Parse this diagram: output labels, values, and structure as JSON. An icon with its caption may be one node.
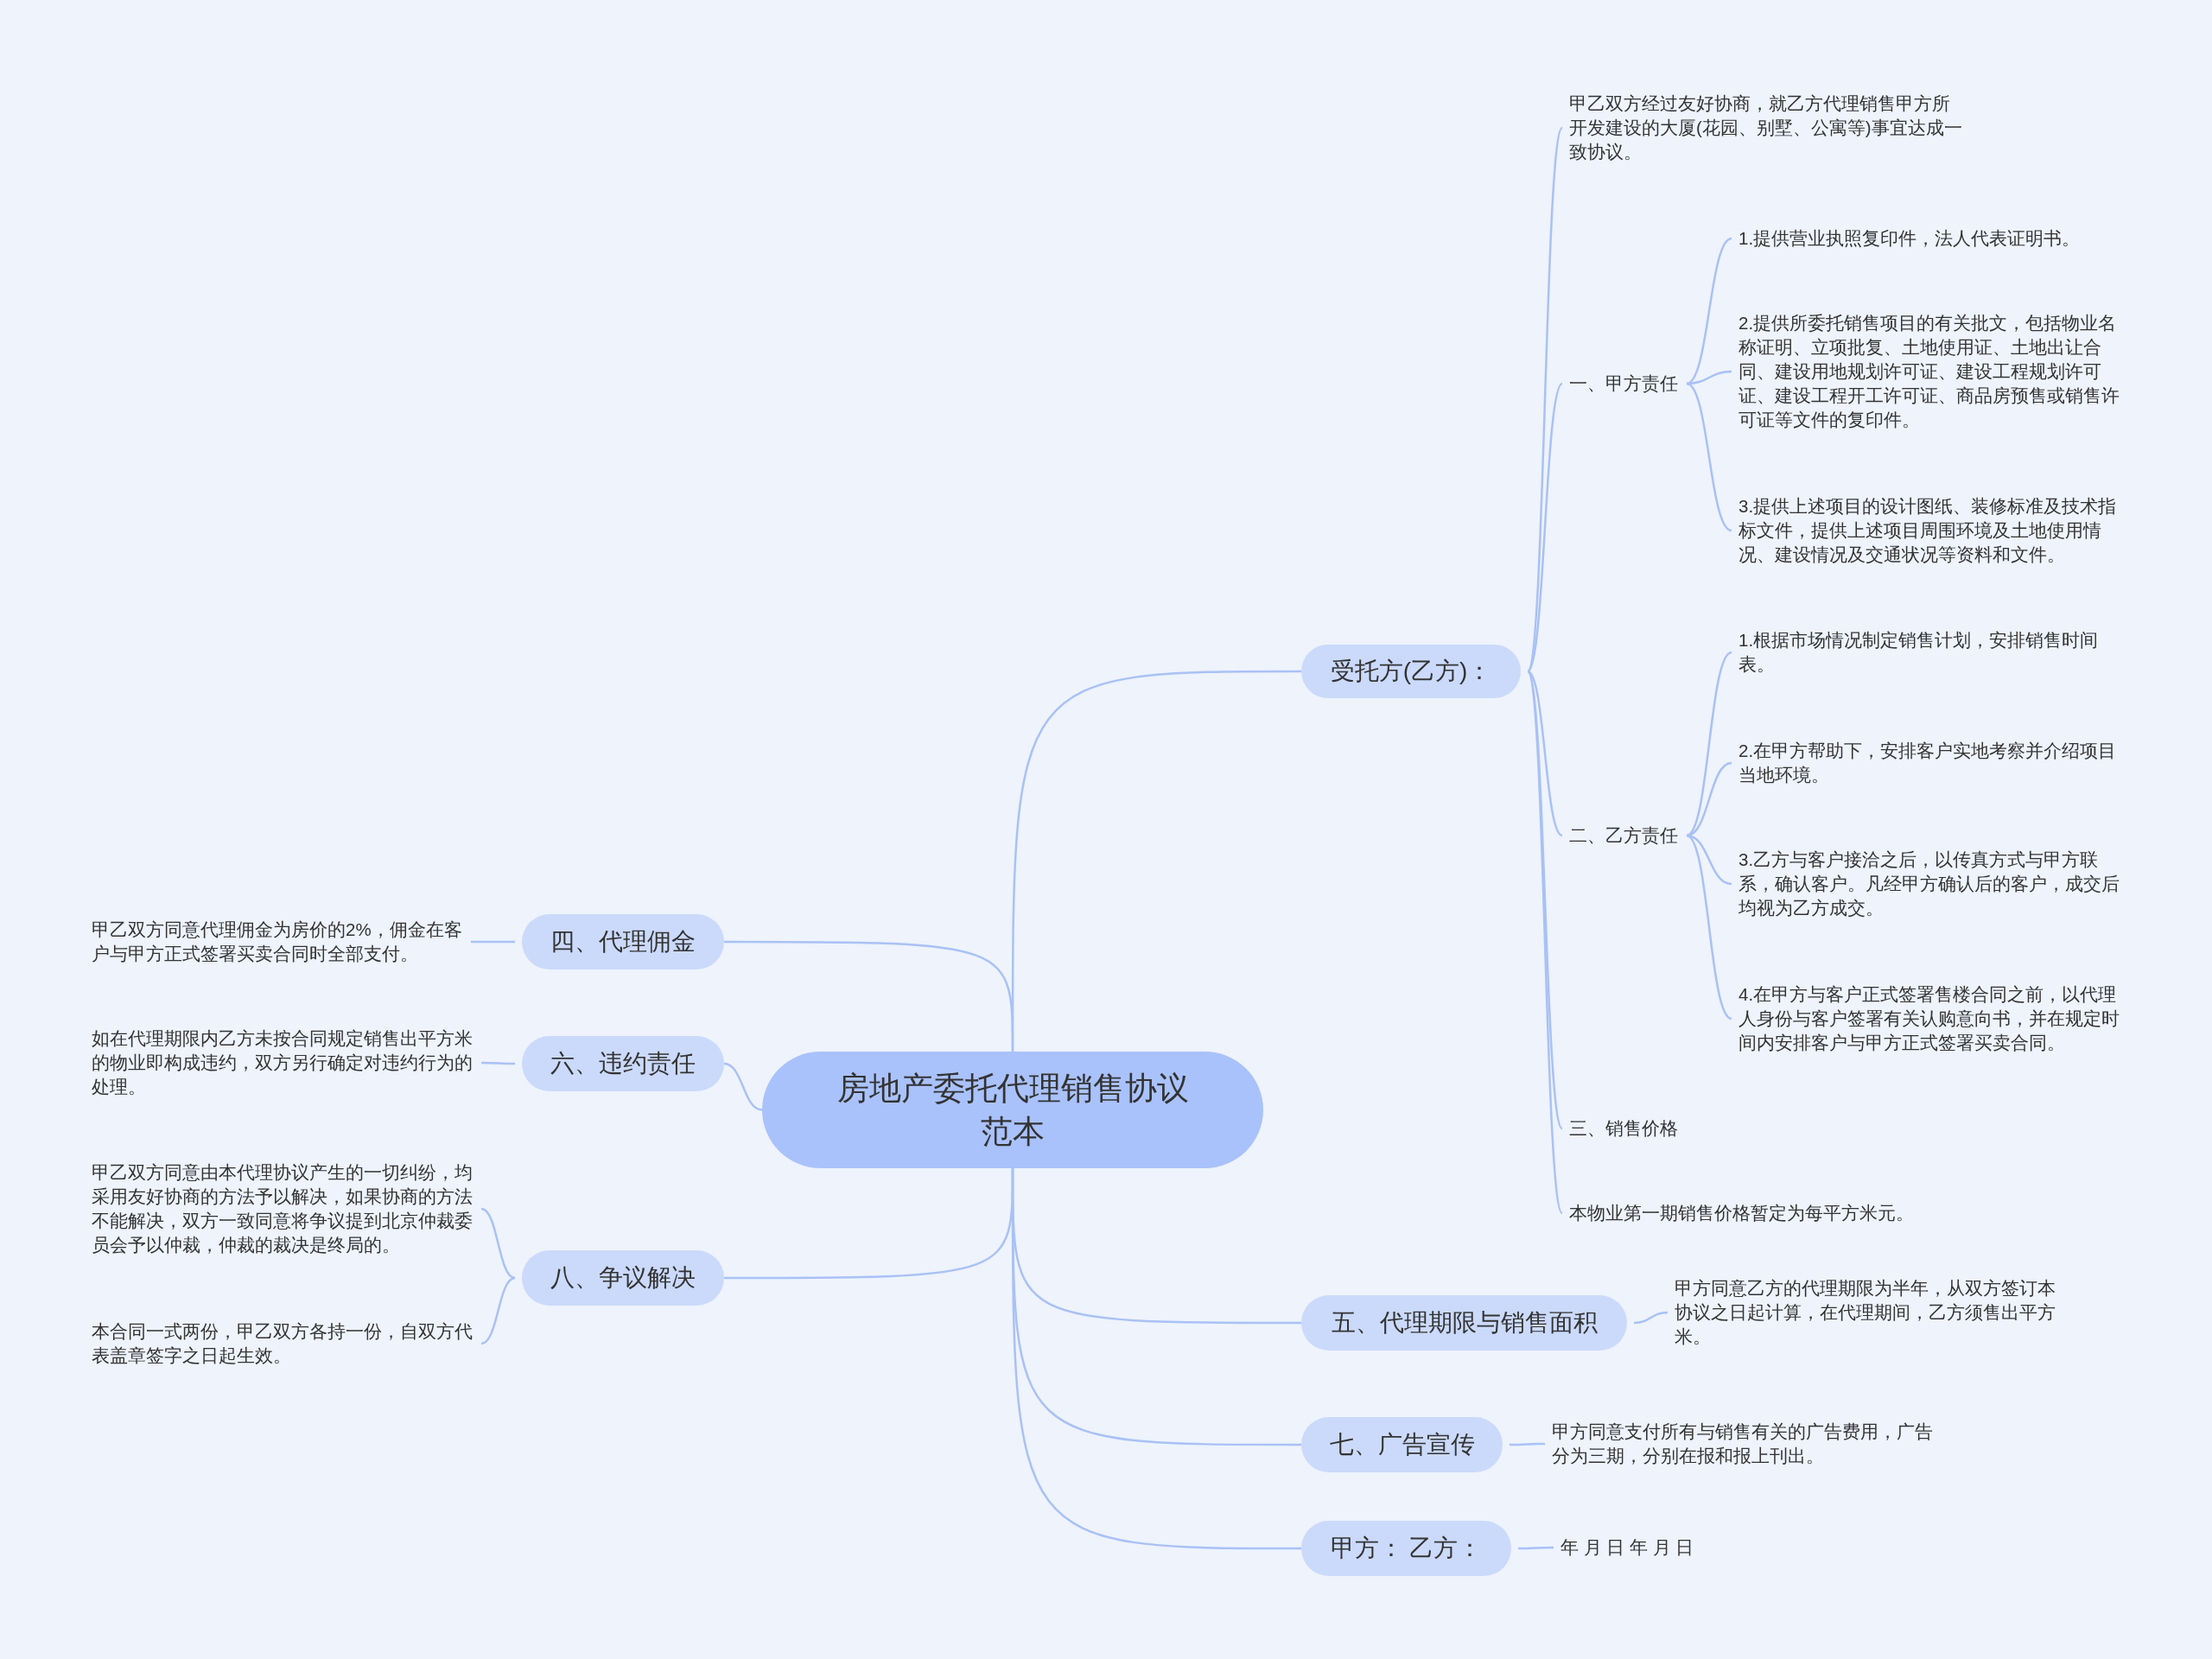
{
  "diagram": {
    "nodes": [
      {
        "text": [
          "房地产委托代理销售协议范本"
        ]
      },
      {
        "text": [
          "受托方(乙方)："
        ]
      },
      {
        "text": [
          "甲乙双方经过友好协商，就乙方代理销售甲方所开发建设的大厦(花园、别墅、公寓等)事宜达成一致协议。"
        ]
      },
      {
        "text": [
          "一、甲方责任"
        ]
      },
      {
        "text": [
          "1.提供营业执照复印件，法人代表证明书。"
        ]
      },
      {
        "text": [
          "2.提供所委托销售项目的有关批文，包括物业名称证明、立项批复、土地使用证、土地出让合同、建设用地规划许可证、建设工程规划许可证、建设工程开工许可证、商品房预售或销售许可证等文件的复印件。"
        ]
      },
      {
        "text": [
          "3.提供上述项目的设计图纸、装修标准及技术指标文件，提供上述项目周围环境及土地使用情况、建设情况及交通状况等资料和文件。"
        ]
      },
      {
        "text": [
          "二、乙方责任"
        ]
      },
      {
        "text": [
          "1.根据市场情况制定销售计划，安排销售时间表。"
        ]
      },
      {
        "text": [
          "2.在甲方帮助下，安排客户实地考察并介绍项目当地环境。"
        ]
      },
      {
        "text": [
          "3.乙方与客户接洽之后，以传真方式与甲方联系，确认客户。凡经甲方确认后的客户，成交后均视为乙方成交。"
        ]
      },
      {
        "text": [
          "4.在甲方与客户正式签署售楼合同之前，以代理人身份与客户签署有关认购意向书，并在规定时间内安排客户与甲方正式签署买卖合同。"
        ]
      },
      {
        "text": [
          "三、销售价格"
        ]
      },
      {
        "text": [
          "本物业第一期销售价格暂定为每平方米元。"
        ]
      },
      {
        "text": [
          "四、代理佣金"
        ]
      },
      {
        "text": [
          "甲乙双方同意代理佣金为房价的2%，佣金在客户与甲方正式签署买卖合同时全部支付。"
        ]
      },
      {
        "text": [
          "六、违约责任"
        ]
      },
      {
        "text": [
          "如在代理期限内乙方未按合同规定销售出平方米的物业即构成违约，双方另行确定对违约行为的处理。"
        ]
      },
      {
        "text": [
          "八、争议解决"
        ]
      },
      {
        "text": [
          "甲乙双方同意由本代理协议产生的一切纠纷，均采用友好协商的方法予以解决，如果协商的方法不能解决，双方一致同意将争议提到北京仲裁委员会予以仲裁，仲裁的裁决是终局的。"
        ]
      },
      {
        "text": [
          "本合同一式两份，甲乙双方各持一份，自双方代表盖章签字之日起生效。"
        ]
      },
      {
        "text": [
          "五、代理期限与销售面积"
        ]
      },
      {
        "text": [
          "甲方同意乙方的代理期限为半年，从双方签订本协议之日起计算，在代理期间，乙方须售出平方米。"
        ]
      },
      {
        "text": [
          "七、广告宣传"
        ]
      },
      {
        "text": [
          "甲方同意支付所有与销售有关的广告费用，广告分为三期，分别在报和报上刊出。"
        ]
      },
      {
        "text": [
          "甲方：  乙方："
        ]
      },
      {
        "text": [
          "年 月 日 年 月 日"
        ]
      }
    ],
    "edges": [
      {
        "from": 0,
        "to": 1,
        "arrow": "none"
      },
      {
        "from": 1,
        "to": 2,
        "arrow": "none"
      },
      {
        "from": 1,
        "to": 3,
        "arrow": "none"
      },
      {
        "from": 3,
        "to": 4,
        "arrow": "none"
      },
      {
        "from": 3,
        "to": 5,
        "arrow": "none"
      },
      {
        "from": 3,
        "to": 6,
        "arrow": "none"
      },
      {
        "from": 1,
        "to": 7,
        "arrow": "none"
      },
      {
        "from": 7,
        "to": 8,
        "arrow": "none"
      },
      {
        "from": 7,
        "to": 9,
        "arrow": "none"
      },
      {
        "from": 7,
        "to": 10,
        "arrow": "none"
      },
      {
        "from": 7,
        "to": 11,
        "arrow": "none"
      },
      {
        "from": 1,
        "to": 12,
        "arrow": "none"
      },
      {
        "from": 1,
        "to": 13,
        "arrow": "none"
      },
      {
        "from": 0,
        "to": 14,
        "arrow": "none"
      },
      {
        "from": 14,
        "to": 15,
        "arrow": "none"
      },
      {
        "from": 0,
        "to": 16,
        "arrow": "none"
      },
      {
        "from": 16,
        "to": 17,
        "arrow": "none"
      },
      {
        "from": 0,
        "to": 18,
        "arrow": "none"
      },
      {
        "from": 18,
        "to": 19,
        "arrow": "none"
      },
      {
        "from": 18,
        "to": 20,
        "arrow": "none"
      },
      {
        "from": 0,
        "to": 21,
        "arrow": "none"
      },
      {
        "from": 21,
        "to": 22,
        "arrow": "none"
      },
      {
        "from": 0,
        "to": 23,
        "arrow": "none"
      },
      {
        "from": 23,
        "to": 24,
        "arrow": "none"
      },
      {
        "from": 0,
        "to": 25,
        "arrow": "none"
      },
      {
        "from": 25,
        "to": 26,
        "arrow": "none"
      }
    ]
  }
}
